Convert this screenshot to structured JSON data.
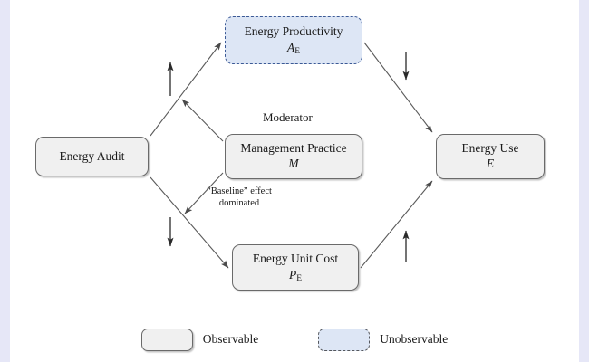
{
  "figure": {
    "type": "causal-path-diagram",
    "background_color": "#ffffff",
    "page_edge_color": "#e6e7f7",
    "observable_fill": "#f0f0f0",
    "observable_stroke": "#6a6a6a",
    "unobservable_fill": "#dde6f5",
    "unobservable_stroke": "#3c5a96",
    "line_color": "#5a5a5a"
  },
  "nodes": [
    {
      "id": "energy-audit",
      "title": "Energy Audit",
      "symbol": "",
      "symbol_sub": "",
      "observability": "Observable"
    },
    {
      "id": "energy-productivity",
      "title": "Energy Productivity",
      "symbol": "A",
      "symbol_sub": "E",
      "observability": "Unobservable"
    },
    {
      "id": "management-practice",
      "title": "Management Practice",
      "symbol": "M",
      "symbol_sub": "",
      "observability": "Observable"
    },
    {
      "id": "energy-unit-cost",
      "title": "Energy Unit Cost",
      "symbol": "P",
      "symbol_sub": "E",
      "observability": "Observable"
    },
    {
      "id": "energy-use",
      "title": "Energy Use",
      "symbol": "E",
      "symbol_sub": "",
      "observability": "Observable"
    }
  ],
  "labels": {
    "moderator": "Moderator",
    "baseline_effect": "“Baseline” effect dominated"
  },
  "edges": [
    {
      "from": "energy-audit",
      "to": "energy-productivity",
      "sign": "up"
    },
    {
      "from": "energy-audit",
      "to": "energy-unit-cost",
      "sign": "down"
    },
    {
      "from": "energy-productivity",
      "to": "energy-use",
      "sign": "down"
    },
    {
      "from": "energy-unit-cost",
      "to": "energy-use",
      "sign": "up"
    },
    {
      "from": "management-practice",
      "to": "path-audit-productivity",
      "sign": ""
    },
    {
      "from": "management-practice",
      "to": "path-audit-unitcost",
      "sign": ""
    }
  ],
  "legend": {
    "items": [
      {
        "id": "observable",
        "label": "Observable"
      },
      {
        "id": "unobservable",
        "label": "Unobservable"
      }
    ]
  }
}
